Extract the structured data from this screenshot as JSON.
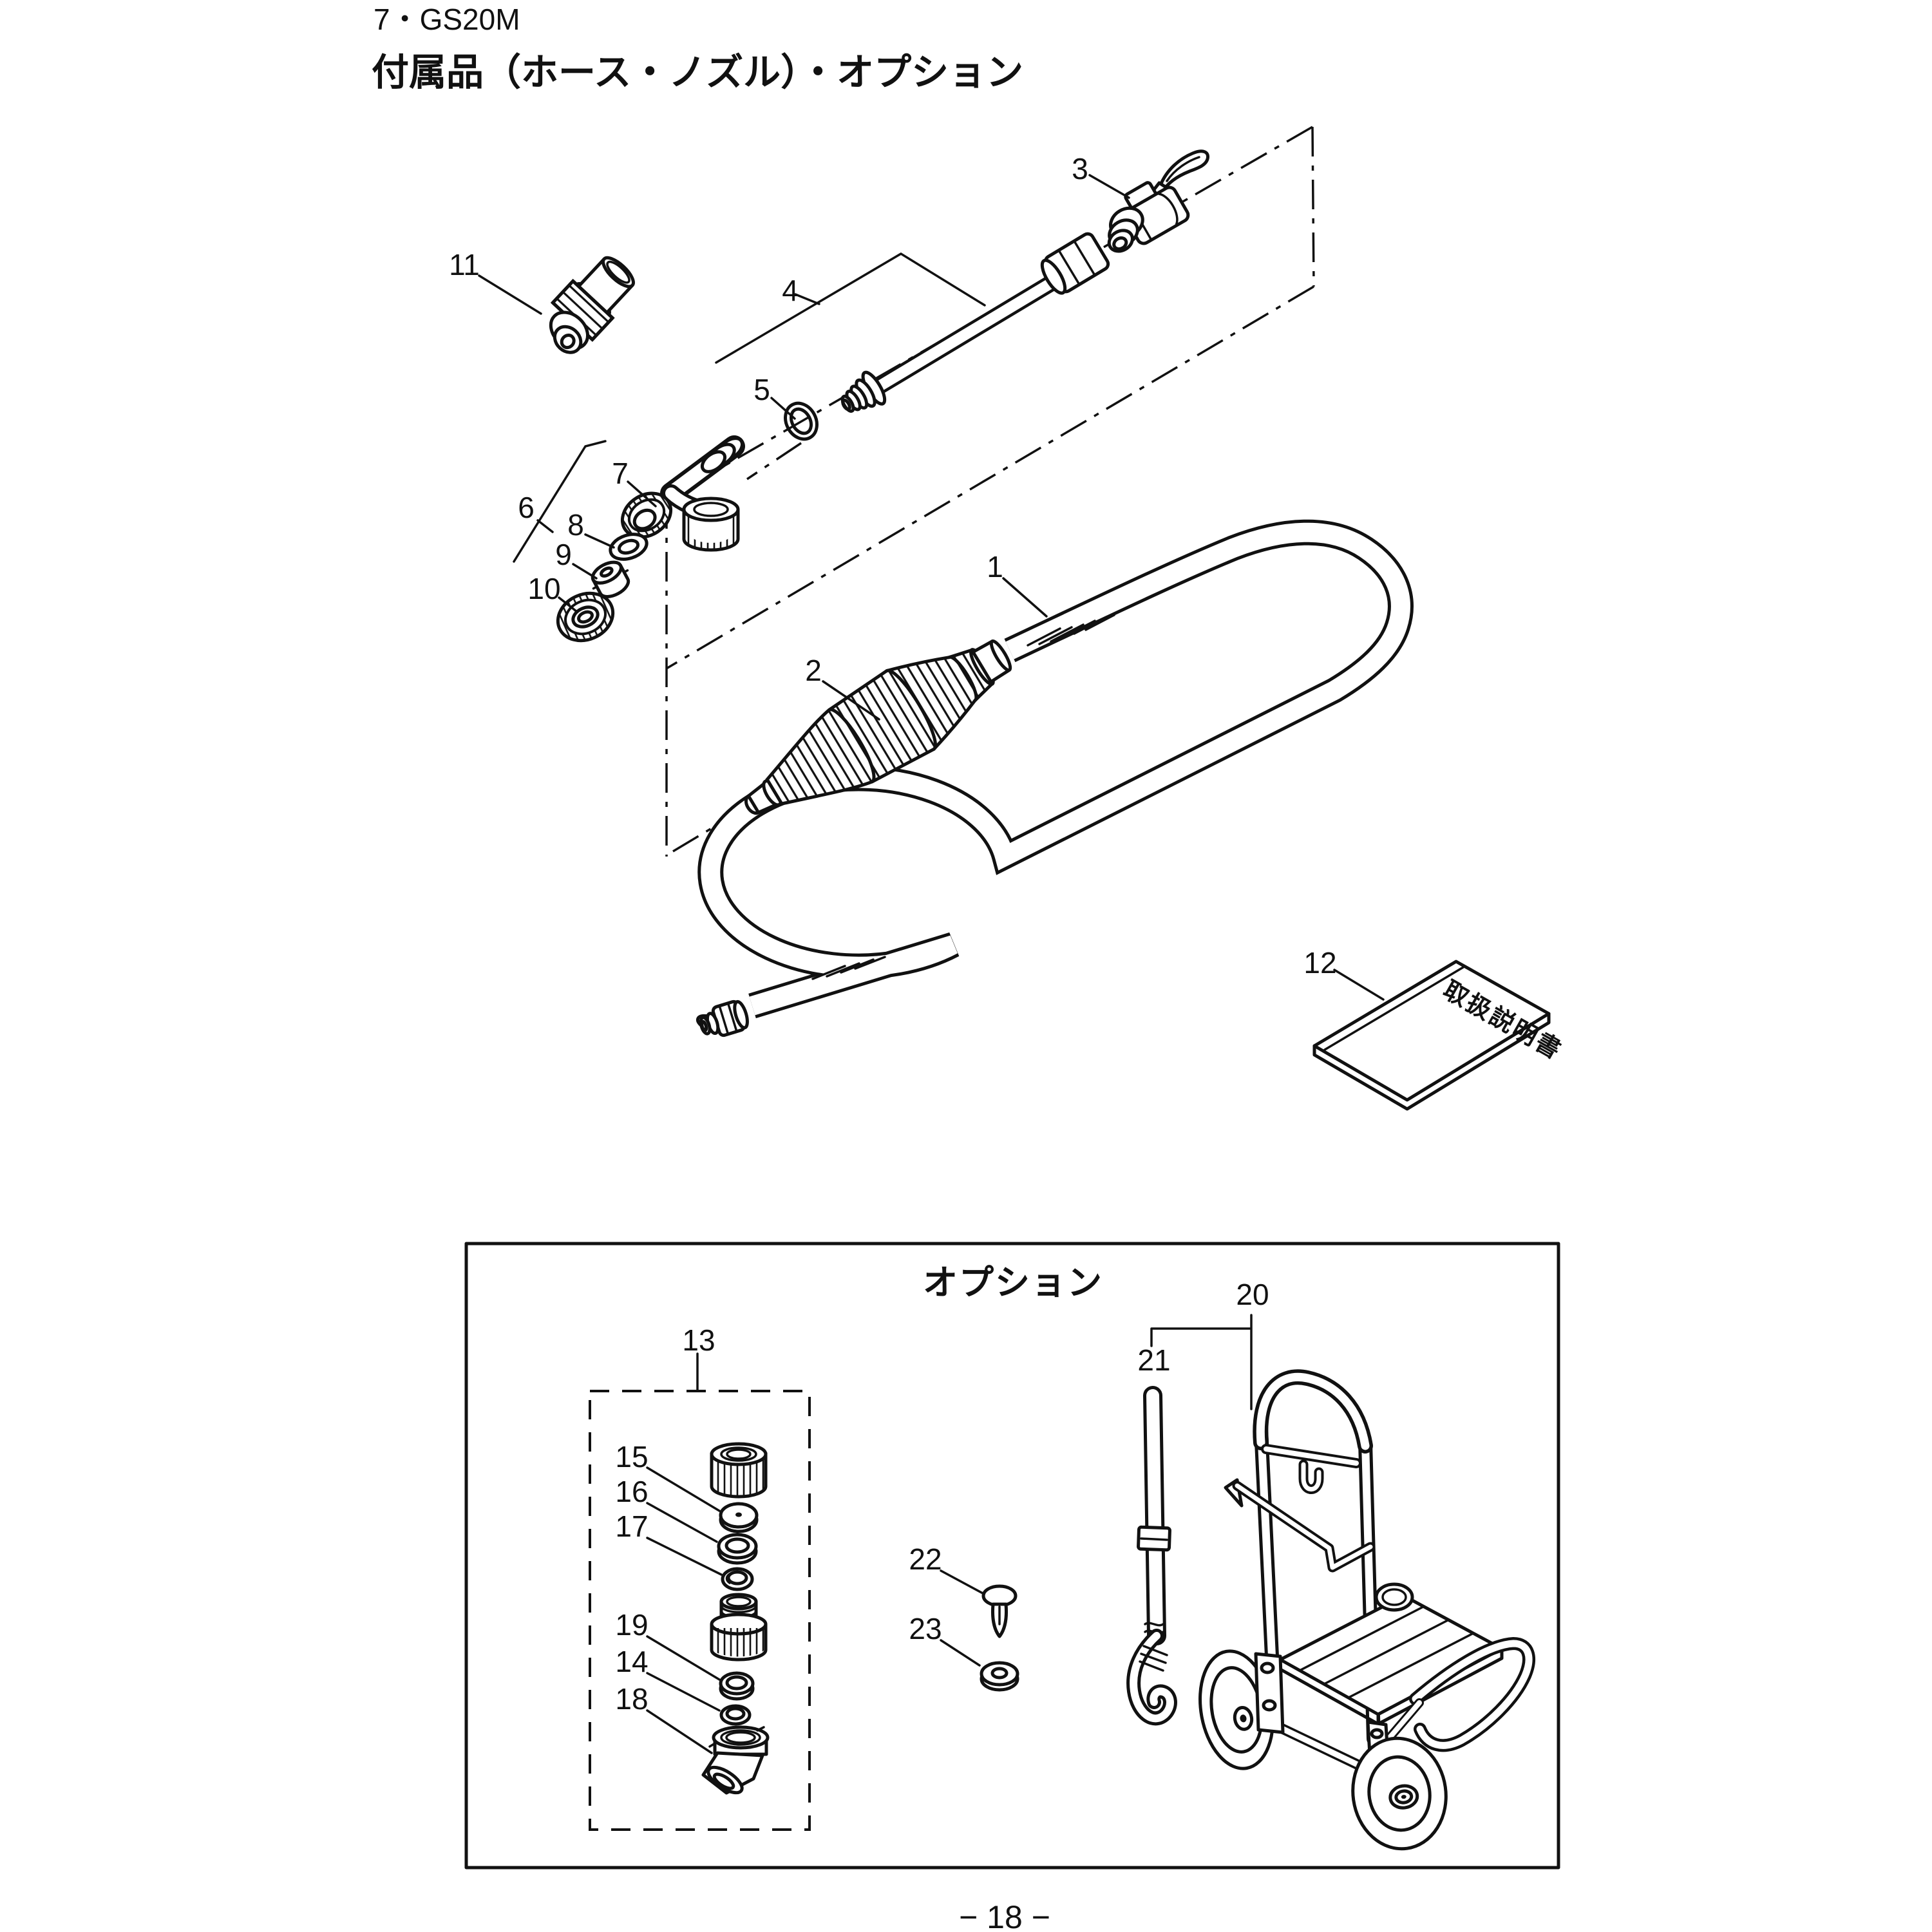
{
  "page": {
    "header": {
      "model_line": "7・GS20M",
      "subtitle": "付属品（ホース・ノズル）・オプション"
    },
    "option_section": {
      "title": "オプション"
    },
    "manual_booklet": {
      "cover_text": "取扱説明書"
    },
    "footer": {
      "page_number": "− 18 −"
    },
    "colors": {
      "ink": "#111111",
      "paper": "#ffffff"
    },
    "part_numbers": {
      "n1": "1",
      "n2": "2",
      "n3": "3",
      "n4": "4",
      "n5": "5",
      "n6": "6",
      "n7": "7",
      "n8": "8",
      "n9": "9",
      "n10": "10",
      "n11": "11",
      "n12": "12",
      "n13": "13",
      "n14": "14",
      "n15": "15",
      "n16": "16",
      "n17": "17",
      "n18": "18",
      "n19": "19",
      "n20": "20",
      "n21": "21",
      "n22": "22",
      "n23": "23"
    }
  }
}
